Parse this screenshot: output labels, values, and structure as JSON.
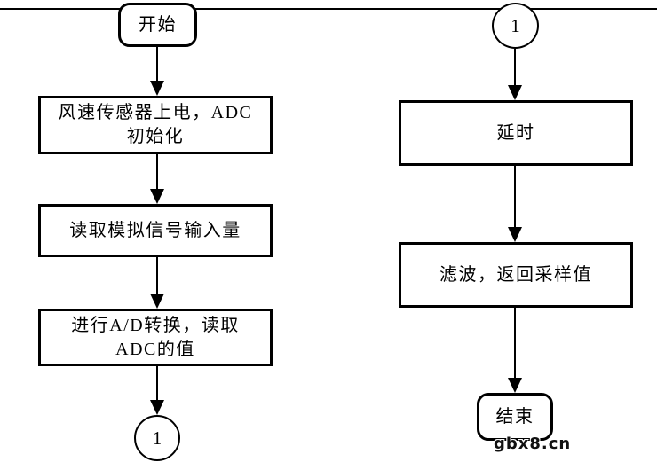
{
  "watermark": "gbx8.cn",
  "flowchart": {
    "left": {
      "start": "开始",
      "step1": "风速传感器上电，ADC\n初始化",
      "step2": "读取模拟信号输入量",
      "step3": "进行A/D转换，读取\nADC的值",
      "connector": "1"
    },
    "right": {
      "connector": "1",
      "step1": "延时",
      "step2": "滤波，返回采样值",
      "end": "结束"
    }
  },
  "colors": {
    "stroke": "#000000",
    "fill": "#ffffff",
    "text": "#000000"
  }
}
